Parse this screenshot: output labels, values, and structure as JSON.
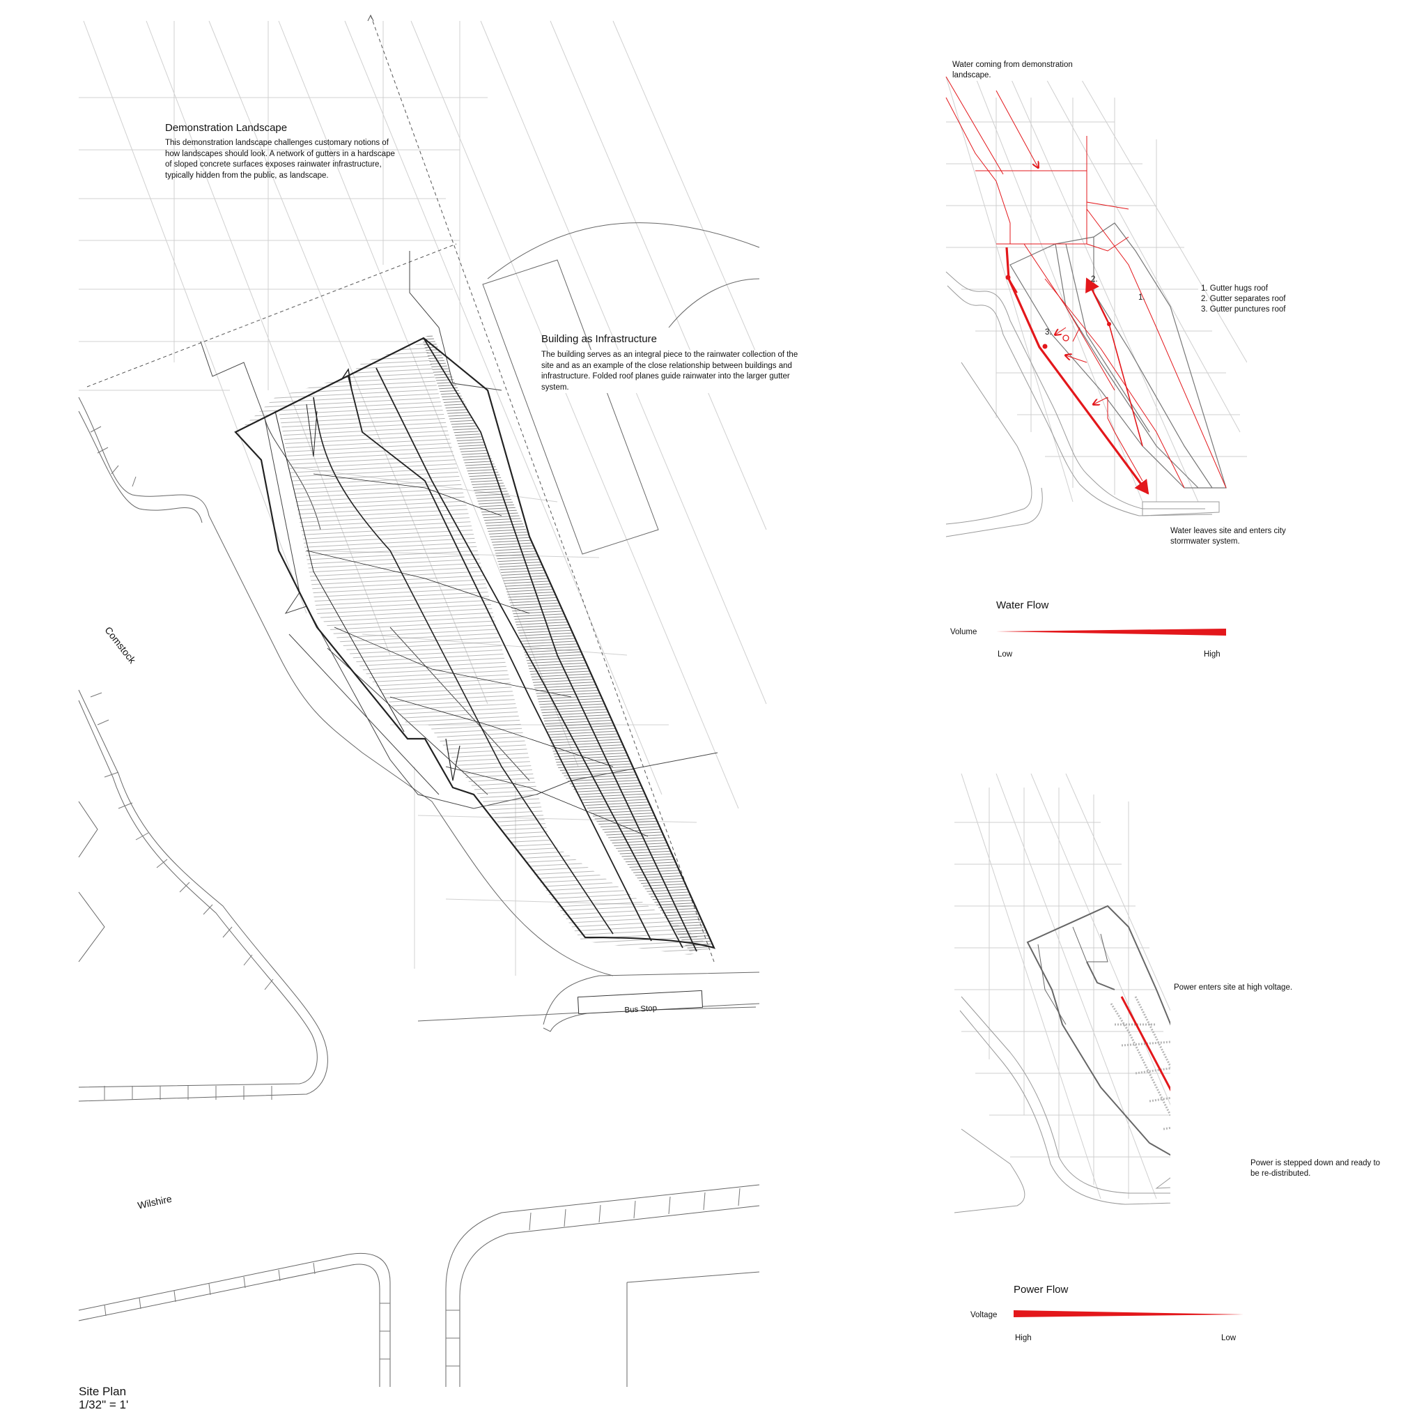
{
  "site_plan": {
    "demonstration_landscape": {
      "heading": "Demonstration Landscape",
      "body": "This demonstration landscape challenges customary notions of how landscapes should look.  A network of gutters in a hardscape of sloped concrete surfaces exposes rainwater infrastructure, typically hidden from the public, as landscape."
    },
    "building_as_infrastructure": {
      "heading": "Building as Infrastructure",
      "body": "The building serves as an integral piece to the rainwater collection of the site and as an example of the close relationship between buildings and infrastructure. Folded roof planes guide rainwater into the larger gutter system."
    },
    "street_labels": {
      "comstock": "Comstock",
      "wilshire": "Wilshire",
      "bus_stop": "Bus Stop"
    },
    "title": "Site Plan",
    "scale": "1/32\" = 1'"
  },
  "water_diagram": {
    "top_note": "Water coming from demonstration landscape.",
    "legend_items": [
      "1. Gutter hugs roof",
      "2. Gutter separates roof",
      "3. Gutter punctures roof"
    ],
    "marker_1": "1.",
    "marker_2": "2.",
    "marker_3": "3.",
    "bottom_note": "Water leaves site and enters city stormwater system.",
    "legend": {
      "title": "Water Flow",
      "axis": "Volume",
      "low": "Low",
      "high": "High",
      "color": "#e3171b"
    }
  },
  "power_diagram": {
    "note_enter": "Power enters site at high voltage.",
    "note_exit": "Power is stepped down and ready to be re-distributed.",
    "legend": {
      "title": "Power Flow",
      "axis": "Voltage",
      "high": "High",
      "low": "Low",
      "color": "#e3171b"
    }
  }
}
